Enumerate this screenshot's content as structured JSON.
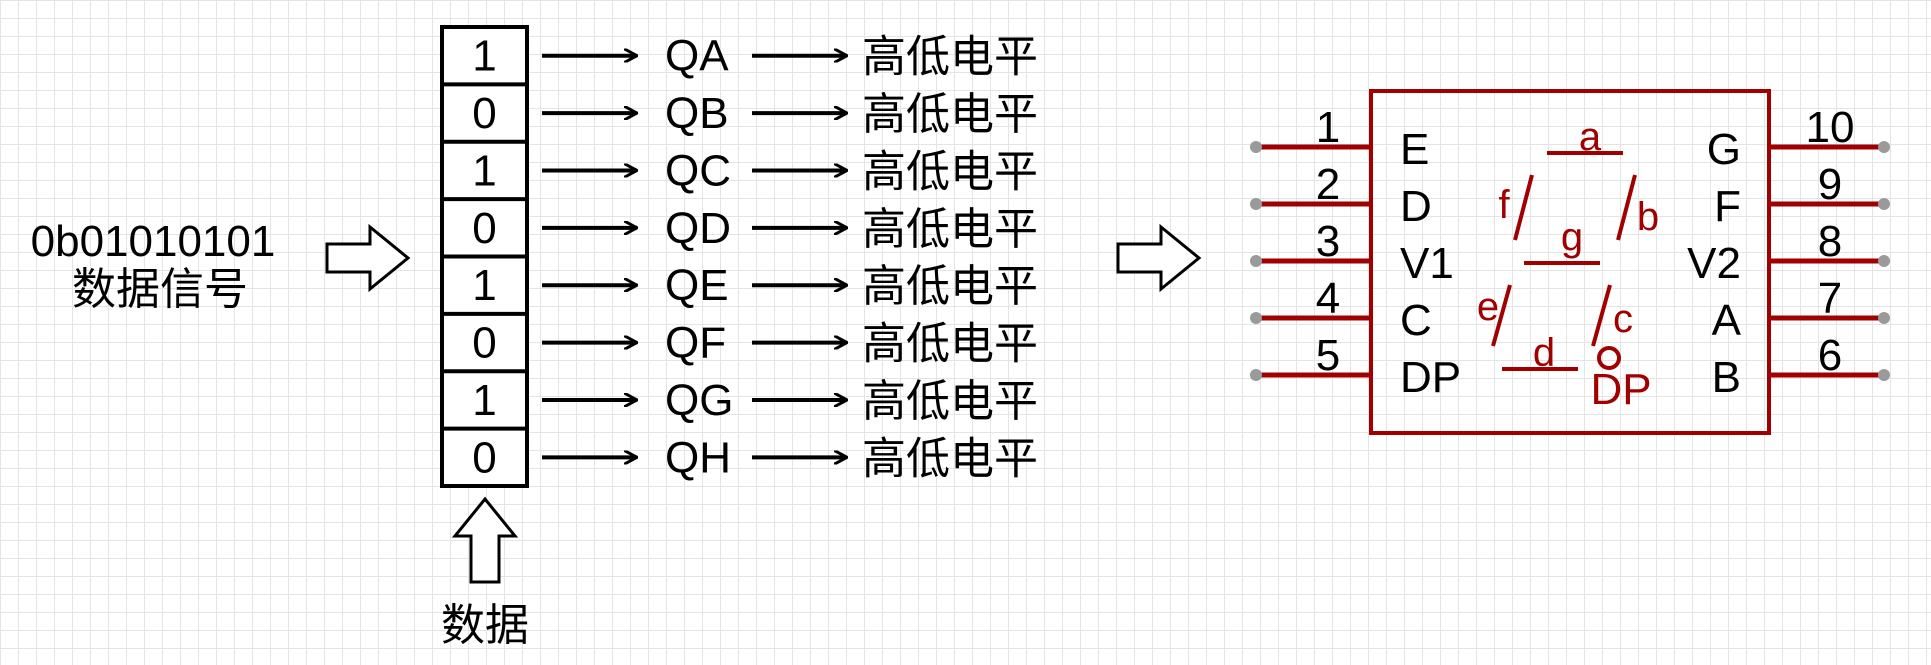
{
  "input": {
    "value": "0b01010101",
    "label": "数据信号"
  },
  "register": {
    "bits": [
      "1",
      "0",
      "1",
      "0",
      "1",
      "0",
      "1",
      "0"
    ],
    "outputs": [
      "QA",
      "QB",
      "QC",
      "QD",
      "QE",
      "QF",
      "QG",
      "QH"
    ],
    "level_label": "高低电平",
    "data_label": "数据"
  },
  "display": {
    "left_pins": [
      {
        "num": "1",
        "name": "E"
      },
      {
        "num": "2",
        "name": "D"
      },
      {
        "num": "3",
        "name": "V1"
      },
      {
        "num": "4",
        "name": "C"
      },
      {
        "num": "5",
        "name": "DP"
      }
    ],
    "right_pins": [
      {
        "num": "10",
        "name": "G"
      },
      {
        "num": "9",
        "name": "F"
      },
      {
        "num": "8",
        "name": "V2"
      },
      {
        "num": "7",
        "name": "A"
      },
      {
        "num": "6",
        "name": "B"
      }
    ],
    "segments": {
      "a": "a",
      "b": "b",
      "c": "c",
      "d": "d",
      "e": "e",
      "f": "f",
      "g": "g",
      "dp": "DP"
    }
  },
  "colors": {
    "ink": "#000000",
    "component": "#a00000",
    "pin_dot": "#9a9a9a",
    "grid": "#e4e4e4"
  }
}
